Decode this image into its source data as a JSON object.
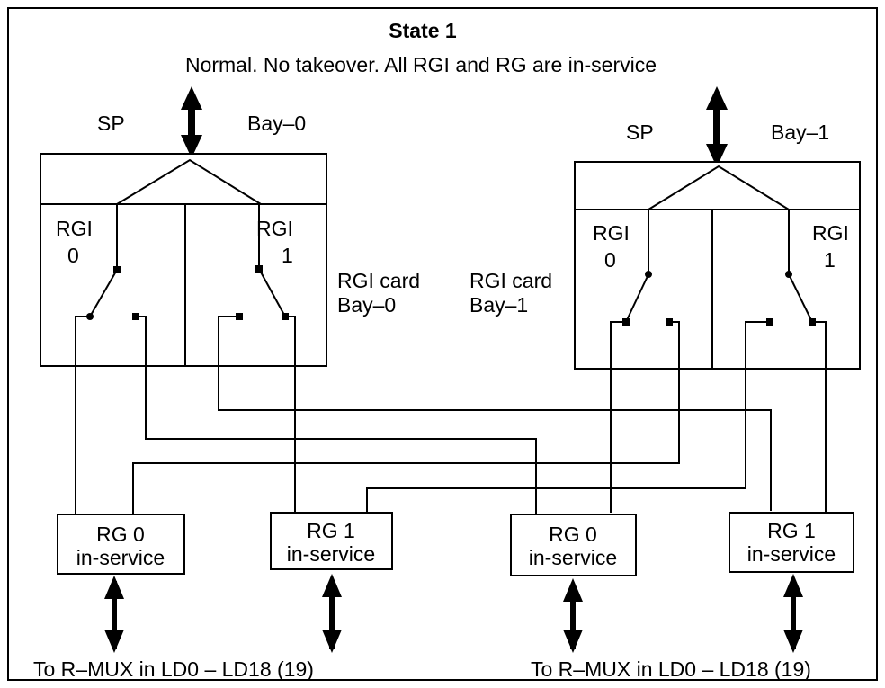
{
  "diagram": {
    "title": "State 1",
    "subtitle": "Normal.  No takeover.  All RGI and RG are in-service",
    "bays": [
      {
        "sp_label": "SP",
        "bay_label": "Bay–0",
        "rgi0_name": "RGI",
        "rgi0_num": "0",
        "rgi1_name": "RGI",
        "rgi1_num": "1",
        "card_label_line1": "RGI card",
        "card_label_line2": "Bay–0"
      },
      {
        "sp_label": "SP",
        "bay_label": "Bay–1",
        "rgi0_name": "RGI",
        "rgi0_num": "0",
        "rgi1_name": "RGI",
        "rgi1_num": "1",
        "card_label_line1": "RGI card",
        "card_label_line2": "Bay–1"
      }
    ],
    "rg_boxes": [
      {
        "name": "RG 0",
        "status": "in-service"
      },
      {
        "name": "RG 1",
        "status": "in-service"
      },
      {
        "name": "RG 0",
        "status": "in-service"
      },
      {
        "name": "RG 1",
        "status": "in-service"
      }
    ],
    "bottom_labels": [
      "To R–MUX in LD0 – LD18 (19)",
      "To R–MUX in LD0 – LD18 (19)"
    ]
  }
}
